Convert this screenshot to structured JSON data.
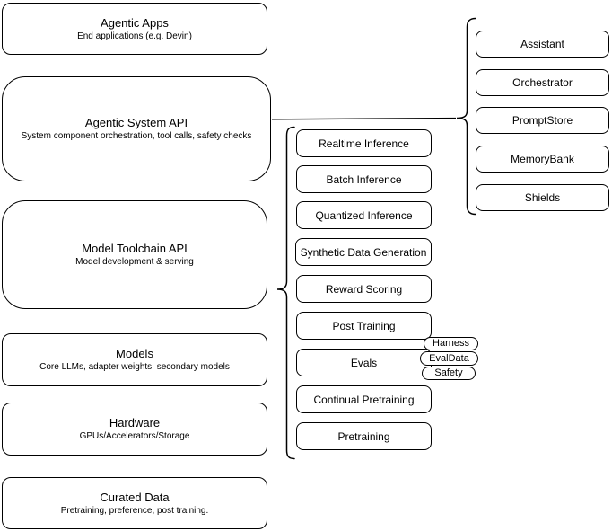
{
  "diagram": {
    "colors": {
      "stroke": "#000000",
      "fill": "#ffffff",
      "background": "#ffffff"
    },
    "left_stack": [
      {
        "title": "Agentic Apps",
        "subtitle": "End applications (e.g. Devin)"
      },
      {
        "title": "Agentic System API",
        "subtitle": "System component orchestration, tool calls, safety checks"
      },
      {
        "title": "Model Toolchain API",
        "subtitle": "Model development & serving"
      },
      {
        "title": "Models",
        "subtitle": "Core LLMs, adapter weights, secondary models"
      },
      {
        "title": "Hardware",
        "subtitle": "GPUs/Accelerators/Storage"
      },
      {
        "title": "Curated Data",
        "subtitle": "Pretraining, preference, post training."
      }
    ],
    "toolchain_group": {
      "connected_from": "Model Toolchain API",
      "connector_type": "brace",
      "items": [
        "Realtime Inference",
        "Batch Inference",
        "Quantized Inference",
        "Synthetic Data Generation",
        "Reward Scoring",
        "Post Training",
        "Evals",
        "Continual Pretraining",
        "Pretraining"
      ],
      "evals_tags": [
        "Harness",
        "EvalData",
        "Safety"
      ]
    },
    "system_group": {
      "connected_from": "Agentic System API",
      "connector_type": "brace",
      "items": [
        "Assistant",
        "Orchestrator",
        "PromptStore",
        "MemoryBank",
        "Shields"
      ]
    }
  }
}
